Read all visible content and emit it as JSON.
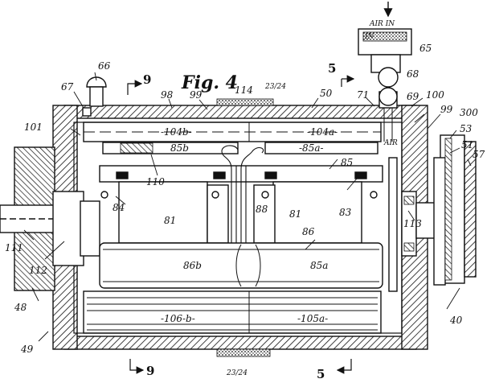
{
  "figure_title": "Fig. 4",
  "air_in_label": "AIR IN",
  "in_label": "IN",
  "air_label": "AIR",
  "section_marks": {
    "top_left": "9",
    "top_right": "5",
    "bottom_left": "9",
    "bottom_right": "5"
  },
  "refs": {
    "r23_24_top": "23/24",
    "r23_24_bottom": "23/24",
    "r40": "40",
    "r48": "48",
    "r49": "49",
    "r50": "50",
    "r51": "51",
    "r53": "53",
    "r57": "57",
    "r65": "65",
    "r66": "66",
    "r67": "67",
    "r68": "68",
    "r69": "69",
    "r71": "71",
    "r81_left": "81",
    "r81_right": "81",
    "r83": "83",
    "r84": "84",
    "r85": "85",
    "r85a": "-85a-",
    "r85a_low": "85a",
    "r85b": "85b",
    "r86": "86",
    "r86b": "86b",
    "r88": "88",
    "r98": "98",
    "r99_top": "99",
    "r99_right": "99",
    "r100": "100",
    "r101": "101",
    "r104a": "-104a-",
    "r104b": "-104b-",
    "r105a": "-105a-",
    "r106b": "-106-b-",
    "r110": "110",
    "r111": "111",
    "r112": "112",
    "r113": "113",
    "r114": "114",
    "r300": "300"
  }
}
